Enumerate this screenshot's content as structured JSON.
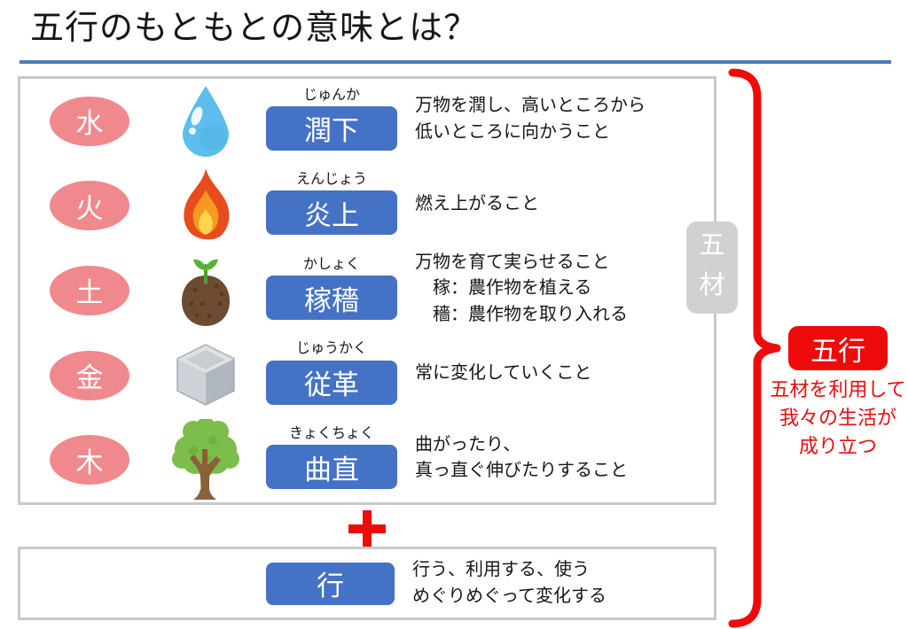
{
  "title": "五行のもともとの意味とは？",
  "colors": {
    "accent_red": "#ee0b0b",
    "term_blue": "#4472c4",
    "element_pink": "#f0898d",
    "badge_gray": "#d1d1d1",
    "border_gray": "#c9c9c9",
    "rule_blue": "#4a7ebb",
    "text_color": "#161616"
  },
  "main_box": {
    "rows": [
      {
        "element": "水",
        "icon": "water-drop-icon",
        "furigana": "じゅんか",
        "term": "潤下",
        "description": [
          "万物を潤し、高いところから",
          "低いところに向かうこと"
        ]
      },
      {
        "element": "火",
        "icon": "fire-icon",
        "furigana": "えんじょう",
        "term": "炎上",
        "description": [
          "燃え上がること"
        ]
      },
      {
        "element": "土",
        "icon": "soil-sprout-icon",
        "furigana": "かしょく",
        "term": "稼穡",
        "description": [
          "万物を育て実らせること",
          "　稼：農作物を植える",
          "　穡：農作物を取り入れる"
        ]
      },
      {
        "element": "金",
        "icon": "metal-cube-icon",
        "furigana": "じゅうかく",
        "term": "従革",
        "description": [
          "常に変化していくこと"
        ]
      },
      {
        "element": "木",
        "icon": "tree-icon",
        "furigana": "きょくちょく",
        "term": "曲直",
        "description": [
          "曲がったり、",
          "真っ直ぐ伸びたりすること"
        ]
      }
    ]
  },
  "gozai_badge": {
    "label": [
      "五",
      "材"
    ]
  },
  "plus_icon": "plus",
  "bottom_box": {
    "term": "行",
    "description": [
      "行う、利用する、使う",
      "めぐりめぐって変化する"
    ]
  },
  "gogyo": {
    "label": "五行",
    "description": [
      "五材を利用して",
      "我々の生活が",
      "成り立つ"
    ]
  }
}
